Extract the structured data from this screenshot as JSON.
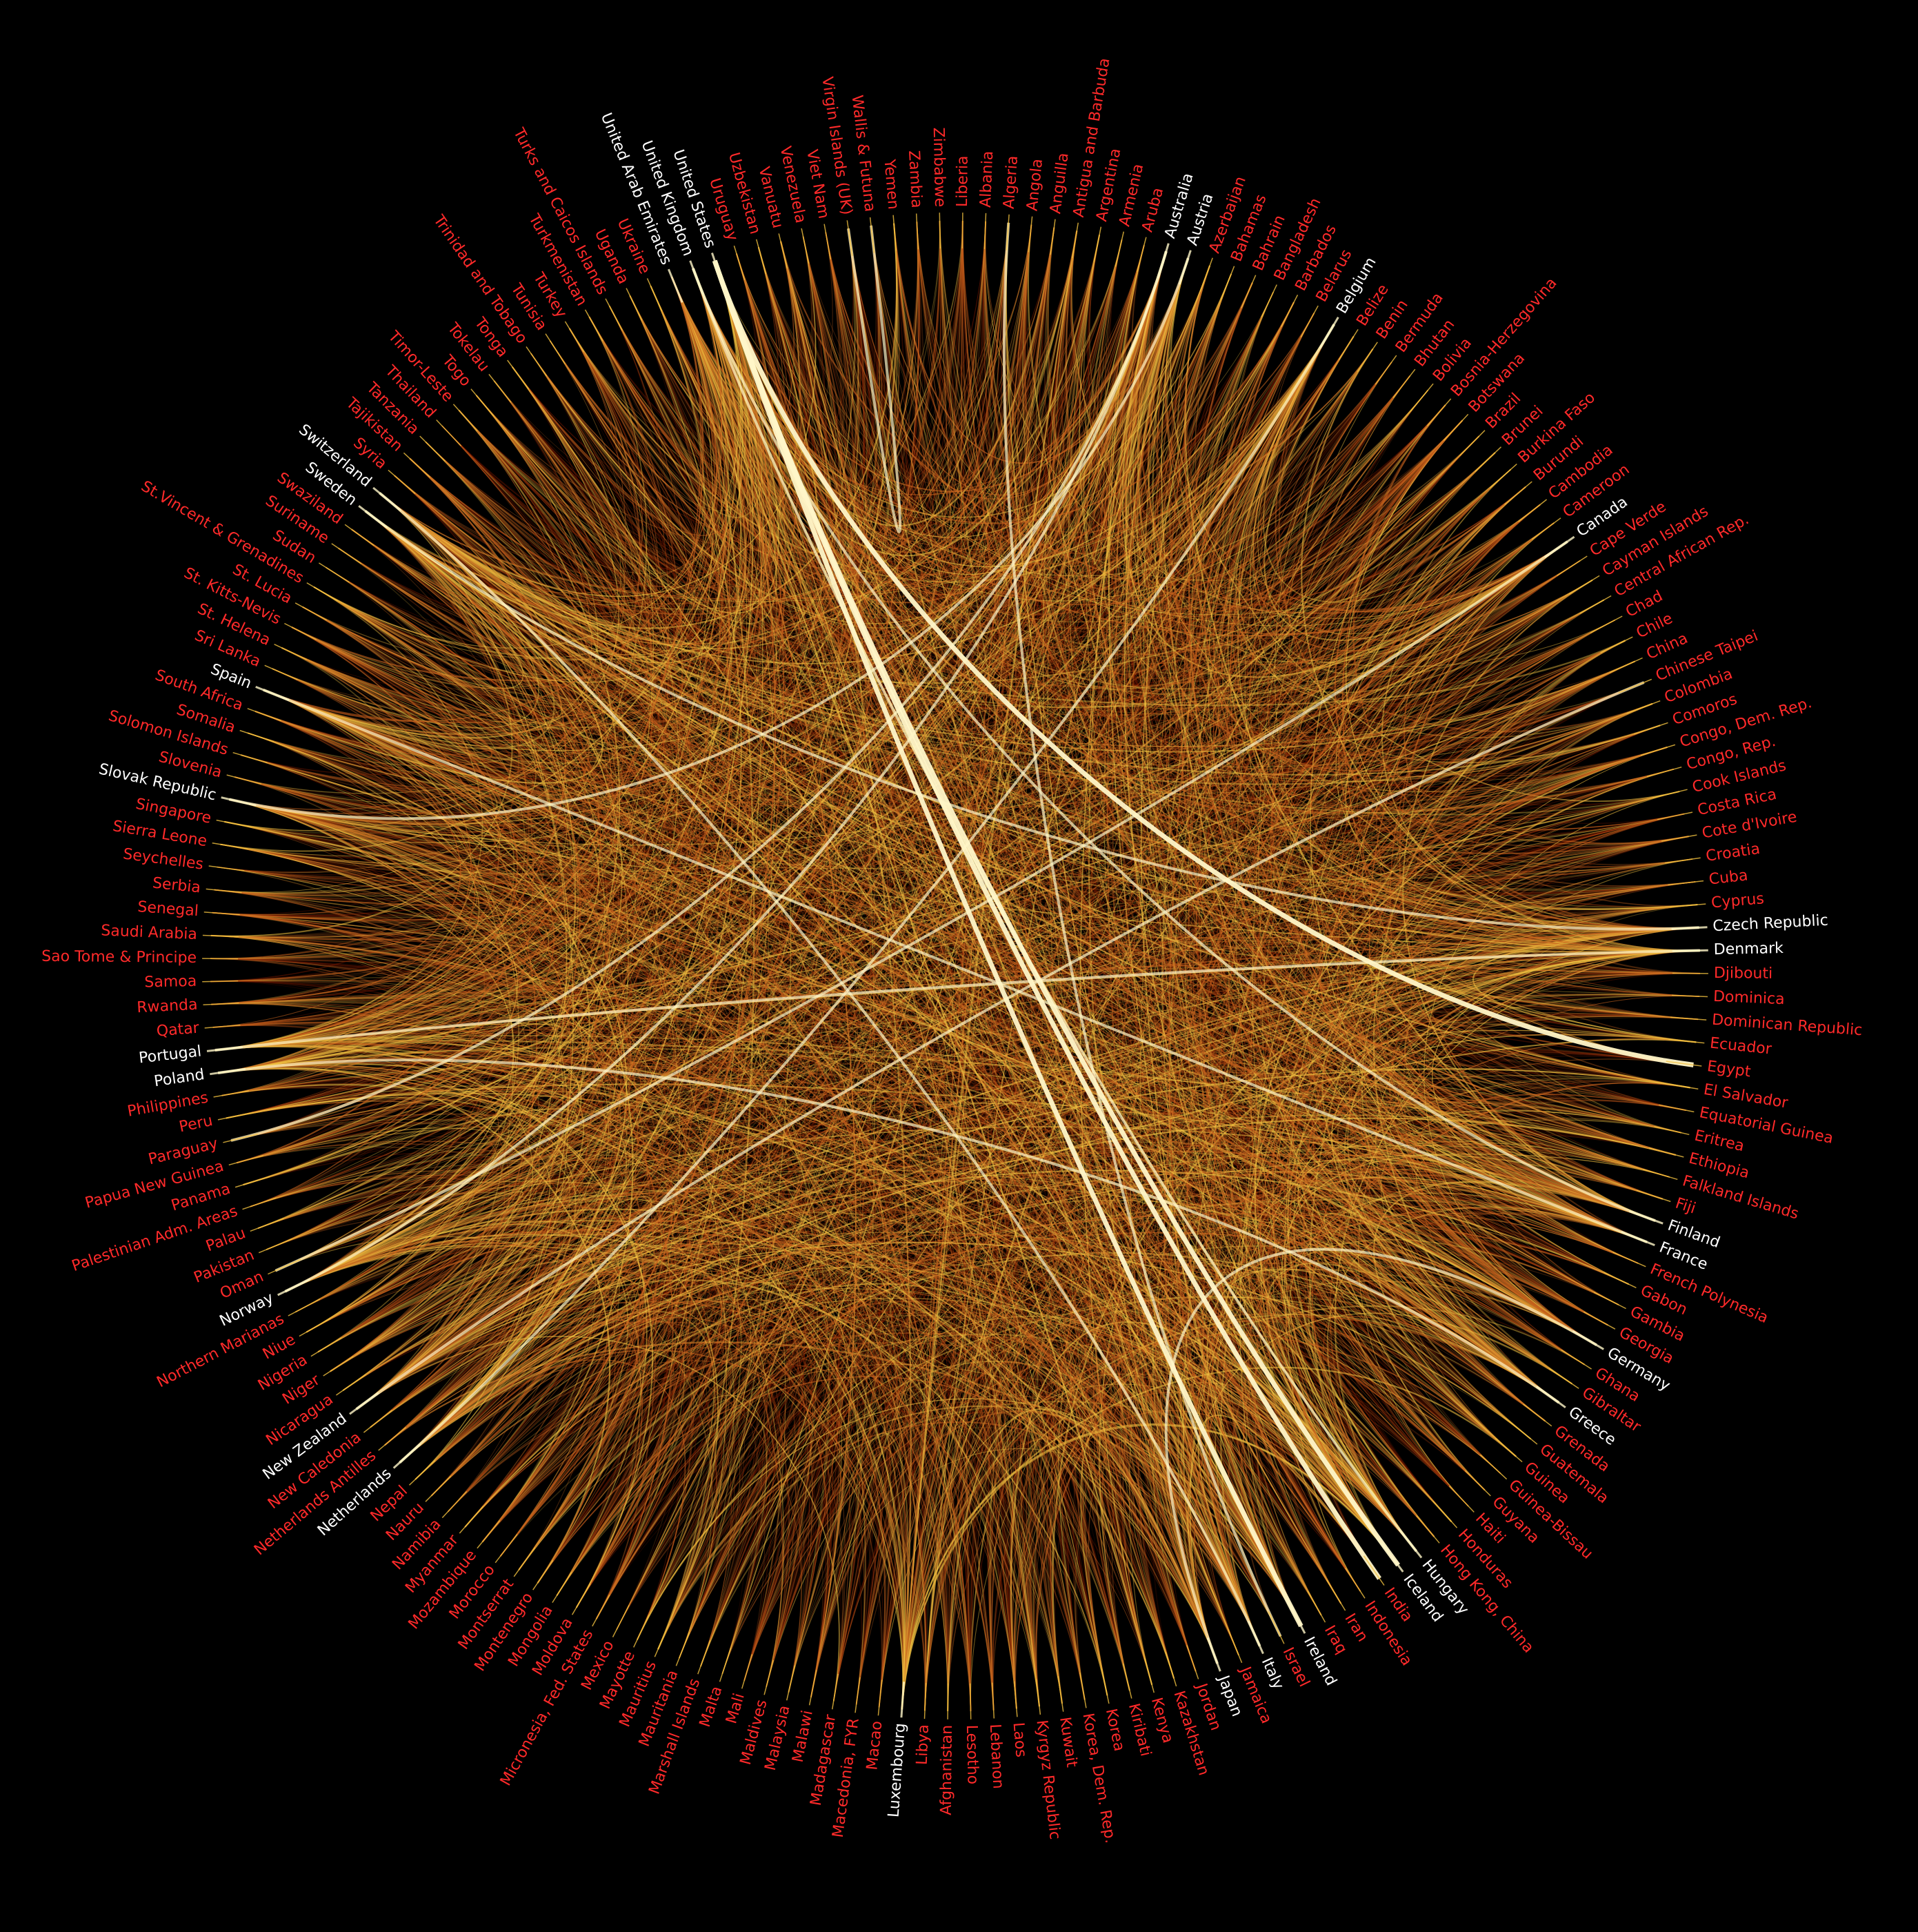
{
  "colors": {
    "background": "#000000",
    "highlight_label": "#ffffff",
    "normal_label": "#ff2a2a",
    "link_dim": "#7a1a00",
    "link_mid": "#c8641e",
    "link_bright": "#f0c040",
    "link_strong": "#fff6c8"
  },
  "countries": [
    {
      "name": "Liberia",
      "highlight": false
    },
    {
      "name": "Albania",
      "highlight": false
    },
    {
      "name": "Algeria",
      "highlight": false
    },
    {
      "name": "Angola",
      "highlight": false
    },
    {
      "name": "Anguilla",
      "highlight": false
    },
    {
      "name": "Antigua and Barbuda",
      "highlight": false
    },
    {
      "name": "Argentina",
      "highlight": false
    },
    {
      "name": "Armenia",
      "highlight": false
    },
    {
      "name": "Aruba",
      "highlight": false
    },
    {
      "name": "Australia",
      "highlight": true
    },
    {
      "name": "Austria",
      "highlight": true
    },
    {
      "name": "Azerbaijan",
      "highlight": false
    },
    {
      "name": "Bahamas",
      "highlight": false
    },
    {
      "name": "Bahrain",
      "highlight": false
    },
    {
      "name": "Bangladesh",
      "highlight": false
    },
    {
      "name": "Barbados",
      "highlight": false
    },
    {
      "name": "Belarus",
      "highlight": false
    },
    {
      "name": "Belgium",
      "highlight": true
    },
    {
      "name": "Belize",
      "highlight": false
    },
    {
      "name": "Benin",
      "highlight": false
    },
    {
      "name": "Bermuda",
      "highlight": false
    },
    {
      "name": "Bhutan",
      "highlight": false
    },
    {
      "name": "Bolivia",
      "highlight": false
    },
    {
      "name": "Bosnia-Herzegovina",
      "highlight": false
    },
    {
      "name": "Botswana",
      "highlight": false
    },
    {
      "name": "Brazil",
      "highlight": false
    },
    {
      "name": "Brunei",
      "highlight": false
    },
    {
      "name": "Burkina Faso",
      "highlight": false
    },
    {
      "name": "Burundi",
      "highlight": false
    },
    {
      "name": "Cambodia",
      "highlight": false
    },
    {
      "name": "Cameroon",
      "highlight": false
    },
    {
      "name": "Canada",
      "highlight": true
    },
    {
      "name": "Cape Verde",
      "highlight": false
    },
    {
      "name": "Cayman Islands",
      "highlight": false
    },
    {
      "name": "Central African Rep.",
      "highlight": false
    },
    {
      "name": "Chad",
      "highlight": false
    },
    {
      "name": "Chile",
      "highlight": false
    },
    {
      "name": "China",
      "highlight": false
    },
    {
      "name": "Chinese Taipei",
      "highlight": false
    },
    {
      "name": "Colombia",
      "highlight": false
    },
    {
      "name": "Comoros",
      "highlight": false
    },
    {
      "name": "Congo, Dem. Rep.",
      "highlight": false
    },
    {
      "name": "Congo, Rep.",
      "highlight": false
    },
    {
      "name": "Cook Islands",
      "highlight": false
    },
    {
      "name": "Costa Rica",
      "highlight": false
    },
    {
      "name": "Cote d'Ivoire",
      "highlight": false
    },
    {
      "name": "Croatia",
      "highlight": false
    },
    {
      "name": "Cuba",
      "highlight": false
    },
    {
      "name": "Cyprus",
      "highlight": false
    },
    {
      "name": "Czech Republic",
      "highlight": true
    },
    {
      "name": "Denmark",
      "highlight": true
    },
    {
      "name": "Djibouti",
      "highlight": false
    },
    {
      "name": "Dominica",
      "highlight": false
    },
    {
      "name": "Dominican Republic",
      "highlight": false
    },
    {
      "name": "Ecuador",
      "highlight": false
    },
    {
      "name": "Egypt",
      "highlight": false
    },
    {
      "name": "El Salvador",
      "highlight": false
    },
    {
      "name": "Equatorial Guinea",
      "highlight": false
    },
    {
      "name": "Eritrea",
      "highlight": false
    },
    {
      "name": "Ethiopia",
      "highlight": false
    },
    {
      "name": "Falkland Islands",
      "highlight": false
    },
    {
      "name": "Fiji",
      "highlight": false
    },
    {
      "name": "Finland",
      "highlight": true
    },
    {
      "name": "France",
      "highlight": true
    },
    {
      "name": "French Polynesia",
      "highlight": false
    },
    {
      "name": "Gabon",
      "highlight": false
    },
    {
      "name": "Gambia",
      "highlight": false
    },
    {
      "name": "Georgia",
      "highlight": false
    },
    {
      "name": "Germany",
      "highlight": true
    },
    {
      "name": "Ghana",
      "highlight": false
    },
    {
      "name": "Gibraltar",
      "highlight": false
    },
    {
      "name": "Greece",
      "highlight": true
    },
    {
      "name": "Grenada",
      "highlight": false
    },
    {
      "name": "Guatemala",
      "highlight": false
    },
    {
      "name": "Guinea",
      "highlight": false
    },
    {
      "name": "Guinea-Bissau",
      "highlight": false
    },
    {
      "name": "Guyana",
      "highlight": false
    },
    {
      "name": "Haiti",
      "highlight": false
    },
    {
      "name": "Honduras",
      "highlight": false
    },
    {
      "name": "Hong Kong, China",
      "highlight": false
    },
    {
      "name": "Hungary",
      "highlight": true
    },
    {
      "name": "Iceland",
      "highlight": true
    },
    {
      "name": "India",
      "highlight": false
    },
    {
      "name": "Indonesia",
      "highlight": false
    },
    {
      "name": "Iran",
      "highlight": false
    },
    {
      "name": "Iraq",
      "highlight": false
    },
    {
      "name": "Ireland",
      "highlight": true
    },
    {
      "name": "Israel",
      "highlight": false
    },
    {
      "name": "Italy",
      "highlight": true
    },
    {
      "name": "Jamaica",
      "highlight": false
    },
    {
      "name": "Japan",
      "highlight": true
    },
    {
      "name": "Jordan",
      "highlight": false
    },
    {
      "name": "Kazakhstan",
      "highlight": false
    },
    {
      "name": "Kenya",
      "highlight": false
    },
    {
      "name": "Kiribati",
      "highlight": false
    },
    {
      "name": "Korea",
      "highlight": false
    },
    {
      "name": "Korea, Dem. Rep.",
      "highlight": false
    },
    {
      "name": "Kuwait",
      "highlight": false
    },
    {
      "name": "Kyrgyz Republic",
      "highlight": false
    },
    {
      "name": "Laos",
      "highlight": false
    },
    {
      "name": "Lebanon",
      "highlight": false
    },
    {
      "name": "Lesotho",
      "highlight": false
    },
    {
      "name": "Afghanistan",
      "highlight": false
    },
    {
      "name": "Libya",
      "highlight": false
    },
    {
      "name": "Luxembourg",
      "highlight": true
    },
    {
      "name": "Macao",
      "highlight": false
    },
    {
      "name": "Macedonia, FYR",
      "highlight": false
    },
    {
      "name": "Madagascar",
      "highlight": false
    },
    {
      "name": "Malawi",
      "highlight": false
    },
    {
      "name": "Malaysia",
      "highlight": false
    },
    {
      "name": "Maldives",
      "highlight": false
    },
    {
      "name": "Mali",
      "highlight": false
    },
    {
      "name": "Malta",
      "highlight": false
    },
    {
      "name": "Marshall Islands",
      "highlight": false
    },
    {
      "name": "Mauritania",
      "highlight": false
    },
    {
      "name": "Mauritius",
      "highlight": false
    },
    {
      "name": "Mayotte",
      "highlight": false
    },
    {
      "name": "Mexico",
      "highlight": false
    },
    {
      "name": "Micronesia, Fed. States",
      "highlight": false
    },
    {
      "name": "Moldova",
      "highlight": false
    },
    {
      "name": "Mongolia",
      "highlight": false
    },
    {
      "name": "Montenegro",
      "highlight": false
    },
    {
      "name": "Montserrat",
      "highlight": false
    },
    {
      "name": "Morocco",
      "highlight": false
    },
    {
      "name": "Mozambique",
      "highlight": false
    },
    {
      "name": "Myanmar",
      "highlight": false
    },
    {
      "name": "Namibia",
      "highlight": false
    },
    {
      "name": "Nauru",
      "highlight": false
    },
    {
      "name": "Nepal",
      "highlight": false
    },
    {
      "name": "Netherlands",
      "highlight": true
    },
    {
      "name": "Netherlands Antilles",
      "highlight": false
    },
    {
      "name": "New Caledonia",
      "highlight": false
    },
    {
      "name": "New Zealand",
      "highlight": true
    },
    {
      "name": "Nicaragua",
      "highlight": false
    },
    {
      "name": "Niger",
      "highlight": false
    },
    {
      "name": "Nigeria",
      "highlight": false
    },
    {
      "name": "Niue",
      "highlight": false
    },
    {
      "name": "Northern Marianas",
      "highlight": false
    },
    {
      "name": "Norway",
      "highlight": true
    },
    {
      "name": "Oman",
      "highlight": false
    },
    {
      "name": "Pakistan",
      "highlight": false
    },
    {
      "name": "Palau",
      "highlight": false
    },
    {
      "name": "Palestinian Adm. Areas",
      "highlight": false
    },
    {
      "name": "Panama",
      "highlight": false
    },
    {
      "name": "Papua New Guinea",
      "highlight": false
    },
    {
      "name": "Paraguay",
      "highlight": false
    },
    {
      "name": "Peru",
      "highlight": false
    },
    {
      "name": "Philippines",
      "highlight": false
    },
    {
      "name": "Poland",
      "highlight": true
    },
    {
      "name": "Portugal",
      "highlight": true
    },
    {
      "name": "Qatar",
      "highlight": false
    },
    {
      "name": "Rwanda",
      "highlight": false
    },
    {
      "name": "Samoa",
      "highlight": false
    },
    {
      "name": "Sao Tome & Principe",
      "highlight": false
    },
    {
      "name": "Saudi Arabia",
      "highlight": false
    },
    {
      "name": "Senegal",
      "highlight": false
    },
    {
      "name": "Serbia",
      "highlight": false
    },
    {
      "name": "Seychelles",
      "highlight": false
    },
    {
      "name": "Sierra Leone",
      "highlight": false
    },
    {
      "name": "Singapore",
      "highlight": false
    },
    {
      "name": "Slovak Republic",
      "highlight": true
    },
    {
      "name": "Slovenia",
      "highlight": false
    },
    {
      "name": "Solomon Islands",
      "highlight": false
    },
    {
      "name": "Somalia",
      "highlight": false
    },
    {
      "name": "South Africa",
      "highlight": false
    },
    {
      "name": "Spain",
      "highlight": true
    },
    {
      "name": "Sri Lanka",
      "highlight": false
    },
    {
      "name": "St. Helena",
      "highlight": false
    },
    {
      "name": "St. Kitts-Nevis",
      "highlight": false
    },
    {
      "name": "St. Lucia",
      "highlight": false
    },
    {
      "name": "St.Vincent & Grenadines",
      "highlight": false
    },
    {
      "name": "Sudan",
      "highlight": false
    },
    {
      "name": "Suriname",
      "highlight": false
    },
    {
      "name": "Swaziland",
      "highlight": false
    },
    {
      "name": "Sweden",
      "highlight": true
    },
    {
      "name": "Switzerland",
      "highlight": true
    },
    {
      "name": "Syria",
      "highlight": false
    },
    {
      "name": "Tajikistan",
      "highlight": false
    },
    {
      "name": "Tanzania",
      "highlight": false
    },
    {
      "name": "Thailand",
      "highlight": false
    },
    {
      "name": "Timor-Leste",
      "highlight": false
    },
    {
      "name": "Togo",
      "highlight": false
    },
    {
      "name": "Tokelau",
      "highlight": false
    },
    {
      "name": "Tonga",
      "highlight": false
    },
    {
      "name": "Trinidad and Tobago",
      "highlight": false
    },
    {
      "name": "Tunisia",
      "highlight": false
    },
    {
      "name": "Turkey",
      "highlight": false
    },
    {
      "name": "Turkmenistan",
      "highlight": false
    },
    {
      "name": "Turks and Caicos Islands",
      "highlight": false
    },
    {
      "name": "Uganda",
      "highlight": false
    },
    {
      "name": "Ukraine",
      "highlight": false
    },
    {
      "name": "United Arab Emirates",
      "highlight": true
    },
    {
      "name": "United Kingdom",
      "highlight": true
    },
    {
      "name": "United States",
      "highlight": true
    },
    {
      "name": "Uruguay",
      "highlight": false
    },
    {
      "name": "Uzbekistan",
      "highlight": false
    },
    {
      "name": "Vanuatu",
      "highlight": false
    },
    {
      "name": "Venezuela",
      "highlight": false
    },
    {
      "name": "Viet Nam",
      "highlight": false
    },
    {
      "name": "Virgin Islands (UK)",
      "highlight": false
    },
    {
      "name": "Wallis & Futuna",
      "highlight": false
    },
    {
      "name": "Yemen",
      "highlight": false
    },
    {
      "name": "Zambia",
      "highlight": false
    },
    {
      "name": "Zimbabwe",
      "highlight": false
    }
  ],
  "strong_links": [
    [
      "United States",
      "Egypt"
    ],
    [
      "United States",
      "Iceland"
    ],
    [
      "United States",
      "Ireland"
    ],
    [
      "United States",
      "India"
    ],
    [
      "United Kingdom",
      "Hungary"
    ],
    [
      "United Kingdom",
      "Finland"
    ],
    [
      "Australia",
      "Norway"
    ],
    [
      "Australia",
      "Paraguay"
    ],
    [
      "Algeria",
      "Israel"
    ],
    [
      "Virgin Islands (UK)",
      "Wallis & Futuna"
    ],
    [
      "Canada",
      "Oman"
    ],
    [
      "Germany",
      "Japan"
    ],
    [
      "Spain",
      "France"
    ],
    [
      "Sweden",
      "Czech Republic"
    ],
    [
      "Netherlands",
      "Belgium"
    ],
    [
      "Switzerland",
      "Italy"
    ],
    [
      "Poland",
      "Greece"
    ],
    [
      "Portugal",
      "Denmark"
    ],
    [
      "New Zealand",
      "Chinese Taipei"
    ],
    [
      "Slovak Republic",
      "Austria"
    ]
  ]
}
